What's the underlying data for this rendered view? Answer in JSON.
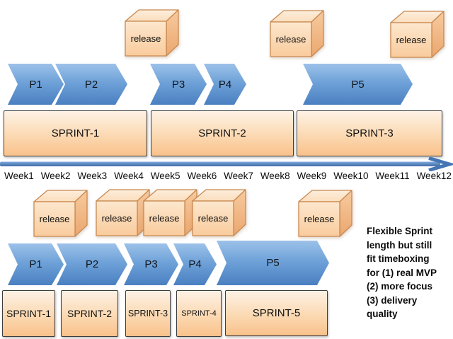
{
  "colors": {
    "chevron_blue_top": "#9CC1E9",
    "chevron_blue_bottom": "#4A7FC1",
    "cube_face": "#FBD9B9",
    "cube_border": "#C98A52",
    "sprint_fill_top": "#FEF2E5",
    "sprint_fill_bottom": "#F9C18B",
    "sprint_border": "#3D3D3D",
    "timeline_blue": "#4F81BD",
    "text_color": "#111111"
  },
  "top_section": {
    "releases": [
      "release",
      "release",
      "release"
    ],
    "phases": [
      "P1",
      "P2",
      "P3",
      "P4",
      "P5"
    ],
    "sprints": [
      "SPRINT-1",
      "SPRINT-2",
      "SPRINT-3"
    ]
  },
  "timeline": {
    "weeks": [
      "Week1",
      "Week2",
      "Week3",
      "Week4",
      "Week5",
      "Week6",
      "Week7",
      "Week8",
      "Week9",
      "Week10",
      "Week11",
      "Week12"
    ]
  },
  "bottom_section": {
    "releases": [
      "release",
      "release",
      "release",
      "release",
      "release"
    ],
    "phases": [
      "P1",
      "P2",
      "P3",
      "P4",
      "P5"
    ],
    "sprints": [
      "SPRINT-1",
      "SPRINT-2",
      "SPRINT-3",
      "SPRINT-4",
      "SPRINT-5"
    ]
  },
  "note": {
    "text": "Flexible Sprint length but still fit timeboxing for (1) real MVP (2) more focus (3) delivery quality",
    "lines": [
      "Flexible Sprint",
      "length but still",
      "fit timeboxing",
      "for (1) real MVP",
      "(2) more focus",
      "(3) delivery",
      "quality"
    ]
  }
}
